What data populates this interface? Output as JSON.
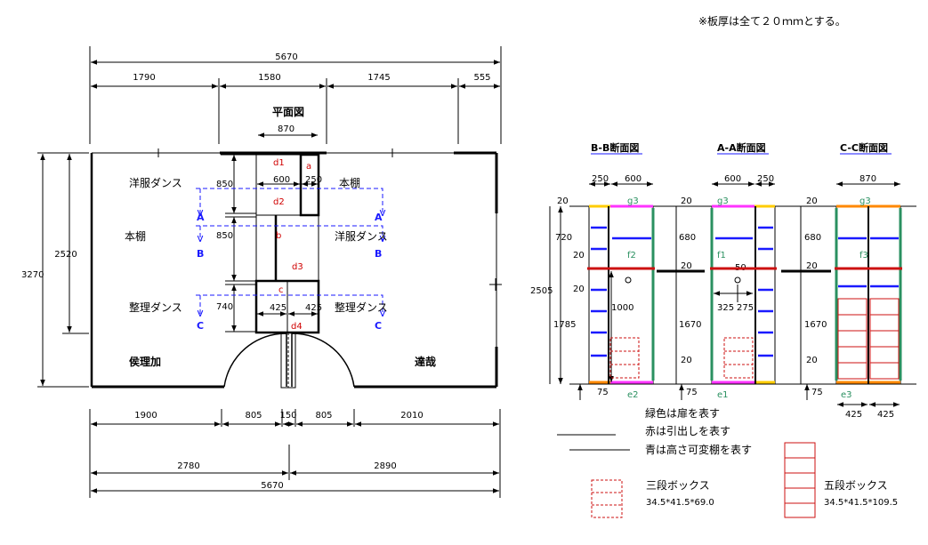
{
  "note": "※板厚は全て２０ｍｍとする。",
  "plan": {
    "title": "平面図",
    "dims_top": {
      "total": "5670",
      "a": "1790",
      "b": "1580",
      "c": "1745",
      "d": "555"
    },
    "dims_inner": {
      "w870": "870",
      "w600": "600",
      "w250": "250",
      "w425a": "425",
      "w425b": "425"
    },
    "dims_vertical": {
      "v850a": "850",
      "v850b": "850",
      "v740": "740",
      "h3270": "3270",
      "h2520": "2520"
    },
    "dims_bottom": {
      "a": "1900",
      "b": "805",
      "c": "150",
      "d": "805",
      "e": "2010",
      "f": "2780",
      "g": "2890",
      "total": "5670"
    },
    "rooms": {
      "left": "侯理加",
      "right": "達哉"
    },
    "labels": {
      "yofuku_l": "洋服ダンス",
      "hondana_r": "本棚",
      "hondana_l": "本棚",
      "yofuku_r": "洋服ダンス",
      "seiri_l": "整理ダンス",
      "seiri_r": "整理ダンス"
    },
    "sections": {
      "a1": "A",
      "b1": "B",
      "c1": "C",
      "a2": "A",
      "b2": "B",
      "c2": "C"
    },
    "parts": {
      "d1": "d1",
      "a": "a",
      "d2": "d2",
      "b": "b",
      "d3": "d3",
      "c": "c",
      "d4": "d4"
    }
  },
  "sectionBB": {
    "title": "B-B断面図",
    "dims": {
      "w250": "250",
      "w600": "600",
      "t20a": "20",
      "h720": "720",
      "t20b": "20",
      "t20c": "20",
      "h2505": "2505",
      "h1785": "1785",
      "h1000": "1000",
      "b75": "75"
    },
    "tags": {
      "g3": "g3",
      "f2": "f2",
      "e2": "e2"
    }
  },
  "sectionAA": {
    "title": "A-A断面図",
    "dims": {
      "w600": "600",
      "w250": "250",
      "t20a": "20",
      "h680": "680",
      "t20b": "20",
      "w50": "50",
      "w325": "325",
      "w275": "275",
      "h1670": "1670",
      "t20c": "20",
      "b75": "75"
    },
    "tags": {
      "g3": "g3",
      "f1": "f1",
      "e1": "e1"
    }
  },
  "sectionCC": {
    "title": "C-C断面図",
    "dims": {
      "w870": "870",
      "t20a": "20",
      "h680": "680",
      "t20b": "20",
      "h1670": "1670",
      "t20c": "20",
      "b75": "75",
      "w425a": "425",
      "w425b": "425"
    },
    "tags": {
      "g3": "g3",
      "f3": "f3",
      "e3": "e3"
    }
  },
  "legend": {
    "green": "緑色は扉を表す",
    "red": "赤は引出しを表す",
    "blue": "青は高さ可変棚を表す",
    "box3_title": "三段ボックス",
    "box3_size": "34.5*41.5*69.0",
    "box5_title": "五段ボックス",
    "box5_size": "34.5*41.5*109.5"
  },
  "colors": {
    "door": "#2a9060",
    "drawer": "#cc1111",
    "shelf": "#1a1aff",
    "blue_label": "#1a1aff",
    "magenta": "#ff33ff",
    "orange": "#ff8800",
    "yellow": "#ffcc00"
  }
}
